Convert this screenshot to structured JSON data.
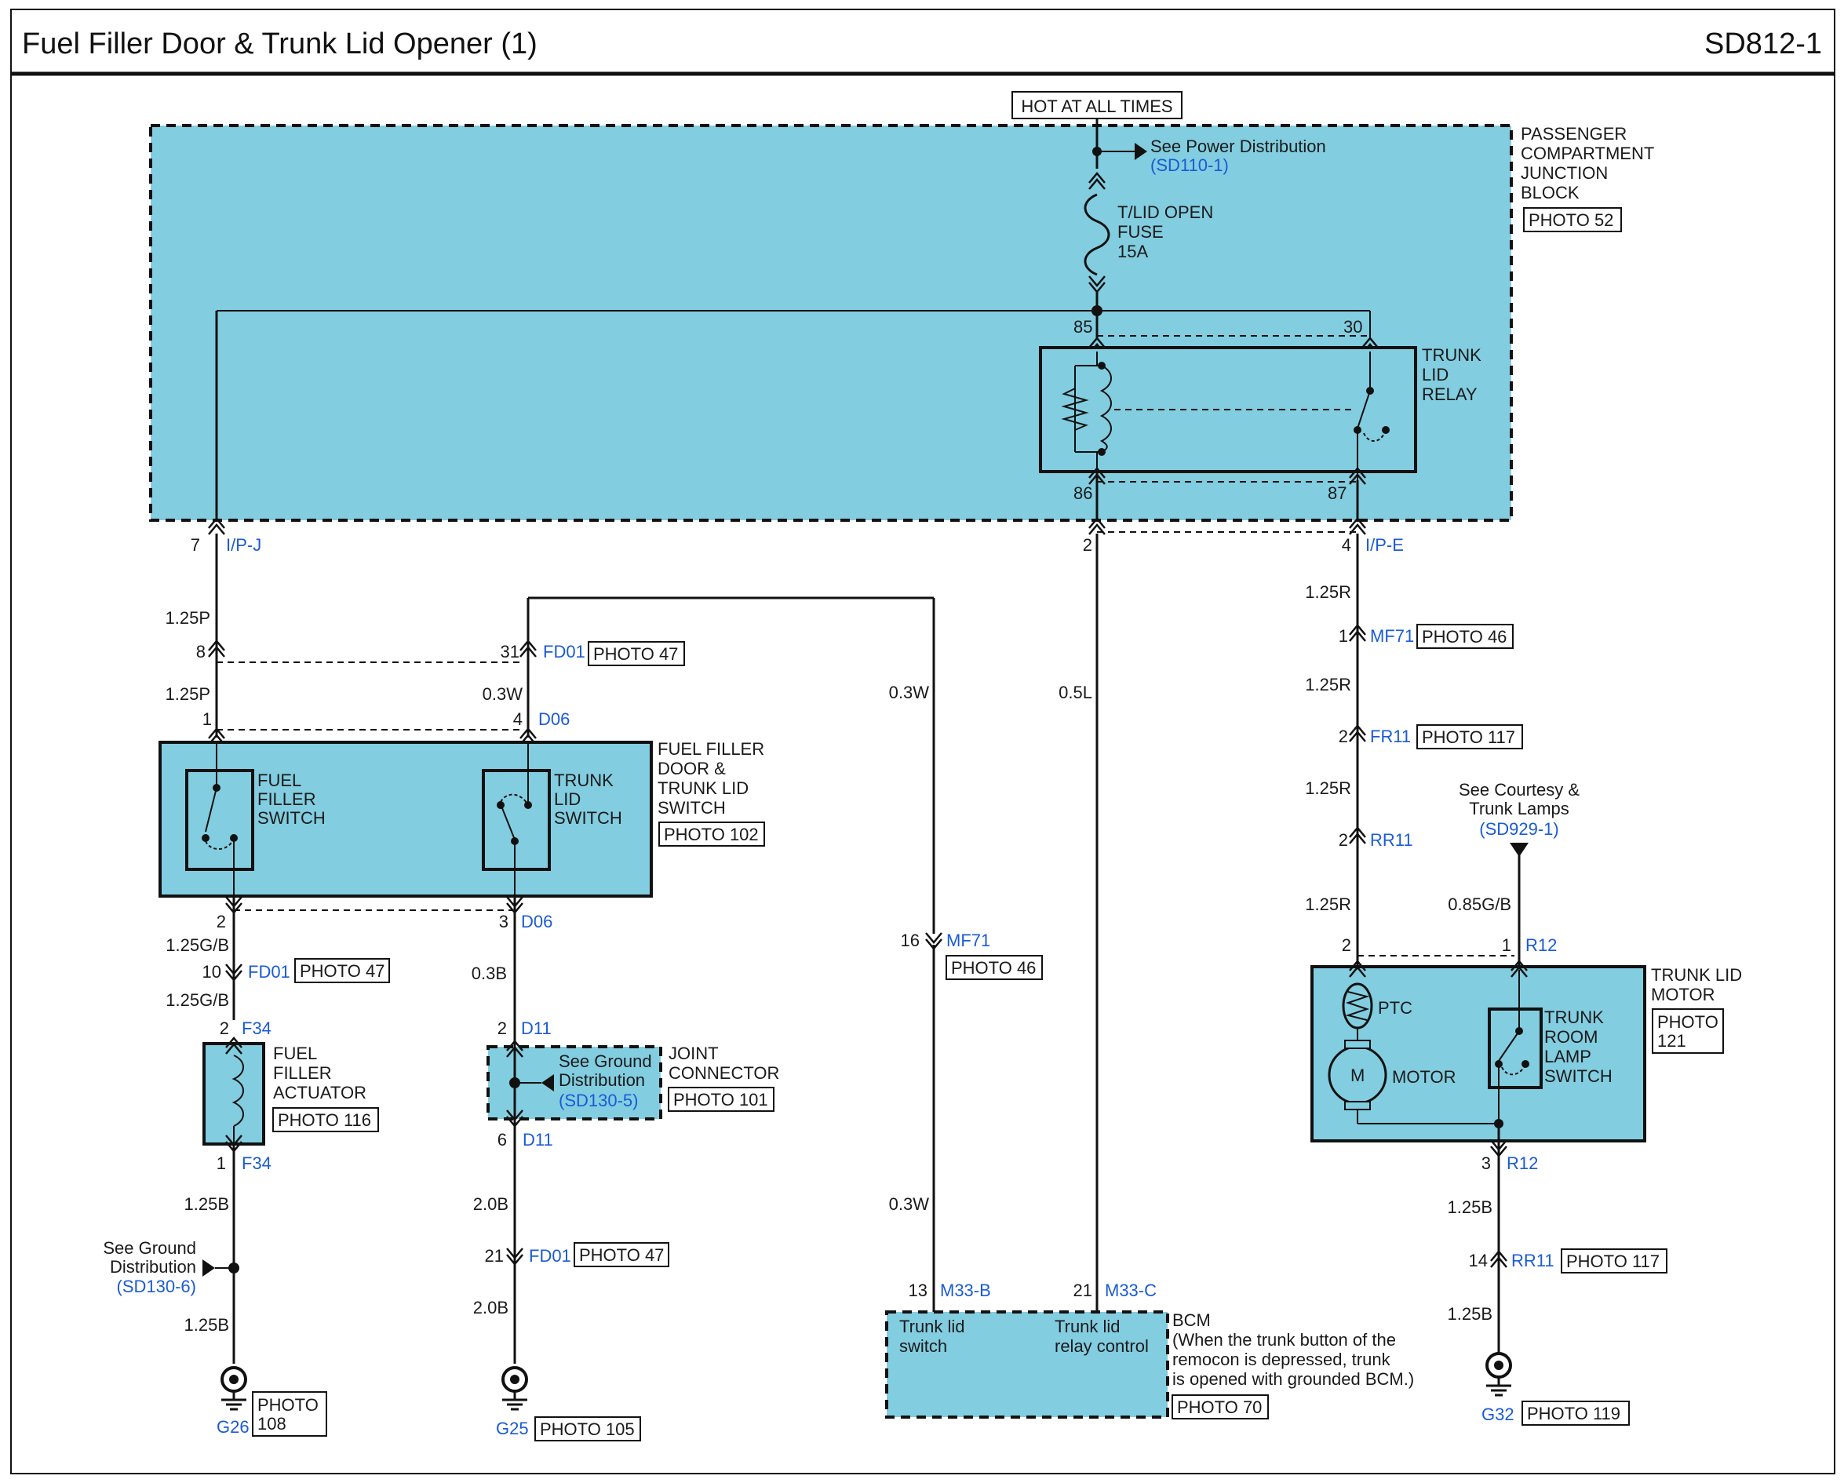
{
  "header": {
    "title": "Fuel Filler Door & Trunk Lid Opener (1)",
    "code": "SD812-1"
  },
  "power": {
    "label": "HOT AT ALL TIMES",
    "see_text": "See Power Distribution",
    "see_ref": "(SD110-1)",
    "fuse": [
      "T/LID OPEN",
      "FUSE",
      "15A"
    ]
  },
  "junction_block": {
    "name": [
      "PASSENGER",
      "COMPARTMENT",
      "JUNCTION",
      "BLOCK"
    ],
    "photo": "PHOTO 52",
    "relay": {
      "name": [
        "TRUNK",
        "LID",
        "RELAY"
      ],
      "pin85": "85",
      "pin30": "30",
      "pin86": "86",
      "pin87": "87"
    },
    "pin7": "7",
    "conn_ipj": "I/P-J",
    "pin2": "2",
    "pin4": "4",
    "conn_ipe": "I/P-E"
  },
  "left_circuit": {
    "w_p1": "1.25P",
    "pin8": "8",
    "w_p2": "1.25P",
    "pin1": "1",
    "pin31": "31",
    "conn_fd01_top": "FD01",
    "photo_fd01_top": "PHOTO 47",
    "w_w1": "0.3W",
    "pin4": "4",
    "conn_d06_top": "D06",
    "switch_block": {
      "name": [
        "FUEL FILLER",
        "DOOR &",
        "TRUNK LID",
        "SWITCH"
      ],
      "photo": "PHOTO 102",
      "fuel_switch": [
        "FUEL",
        "FILLER",
        "SWITCH"
      ],
      "trunk_switch": [
        "TRUNK",
        "LID",
        "SWITCH"
      ]
    },
    "pin2": "2",
    "pin3": "3",
    "conn_d06_bottom": "D06",
    "w_gb1": "1.25G/B",
    "pin10": "10",
    "conn_fd01_mid": "FD01",
    "photo_fd01_mid": "PHOTO 47",
    "w_gb2": "1.25G/B",
    "pin2_f34": "2",
    "conn_f34_top": "F34",
    "actuator": {
      "name": [
        "FUEL",
        "FILLER",
        "ACTUATOR"
      ],
      "photo": "PHOTO 116"
    },
    "pin1_f34": "1",
    "conn_f34_bottom": "F34",
    "w_b1": "1.25B",
    "ground_see": [
      "See Ground",
      "Distribution"
    ],
    "ground_ref": "(SD130-6)",
    "w_b2": "1.25B",
    "g26": "G26",
    "g26_photo": [
      "PHOTO",
      "108"
    ],
    "w_b3": "0.3B",
    "pin2_d11": "2",
    "conn_d11_top": "D11",
    "joint": {
      "see": [
        "See Ground",
        "Distribution"
      ],
      "ref": "(SD130-5)",
      "name": [
        "JOINT",
        "CONNECTOR"
      ],
      "photo": "PHOTO 101"
    },
    "pin6_d11": "6",
    "conn_d11_bottom": "D11",
    "w_b4": "2.0B",
    "pin21": "21",
    "conn_fd01_bottom": "FD01",
    "photo_fd01_bottom": "PHOTO 47",
    "w_b5": "2.0B",
    "g25": "G25",
    "g25_photo": "PHOTO 105"
  },
  "middle_circuit": {
    "w_w2": "0.3W",
    "pin16": "16",
    "conn_mf71": "MF71",
    "photo_mf71": "PHOTO 46",
    "w_w3": "0.3W",
    "pin13": "13",
    "conn_m33b": "M33-B",
    "w_l": "0.5L",
    "pin21": "21",
    "conn_m33c": "M33-C",
    "bcm": {
      "input1": [
        "Trunk lid",
        "switch"
      ],
      "input2": [
        "Trunk lid",
        "relay control"
      ],
      "name": "BCM",
      "note": [
        "(When the trunk button of the",
        "remocon is depressed, trunk",
        "is opened with grounded BCM.)"
      ],
      "photo": "PHOTO 70"
    }
  },
  "right_circuit": {
    "w_r1": "1.25R",
    "pin1": "1",
    "conn_mf71": "MF71",
    "photo_mf71": "PHOTO 46",
    "w_r2": "1.25R",
    "pin2_fr11": "2",
    "conn_fr11": "FR11",
    "photo_fr11": "PHOTO 117",
    "w_r3": "1.25R",
    "pin2_rr11": "2",
    "conn_rr11_top": "RR11",
    "w_r4": "1.25R",
    "pin2_r12": "2",
    "pin1_r12": "1",
    "conn_r12_top": "R12",
    "courtesy": [
      "See Courtesy &",
      "Trunk Lamps"
    ],
    "courtesy_ref": "(SD929-1)",
    "w_gb": "0.85G/B",
    "motor_block": {
      "name": [
        "TRUNK LID",
        "MOTOR"
      ],
      "photo": [
        "PHOTO",
        "121"
      ],
      "ptc": "PTC",
      "m": "M",
      "motor": "MOTOR",
      "switch": [
        "TRUNK",
        "ROOM",
        "LAMP",
        "SWITCH"
      ]
    },
    "pin3": "3",
    "conn_r12_bottom": "R12",
    "w_b1": "1.25B",
    "pin14": "14",
    "conn_rr11_bottom": "RR11",
    "photo_rr11": "PHOTO 117",
    "w_b2": "1.25B",
    "g32": "G32",
    "g32_photo": "PHOTO 119"
  }
}
